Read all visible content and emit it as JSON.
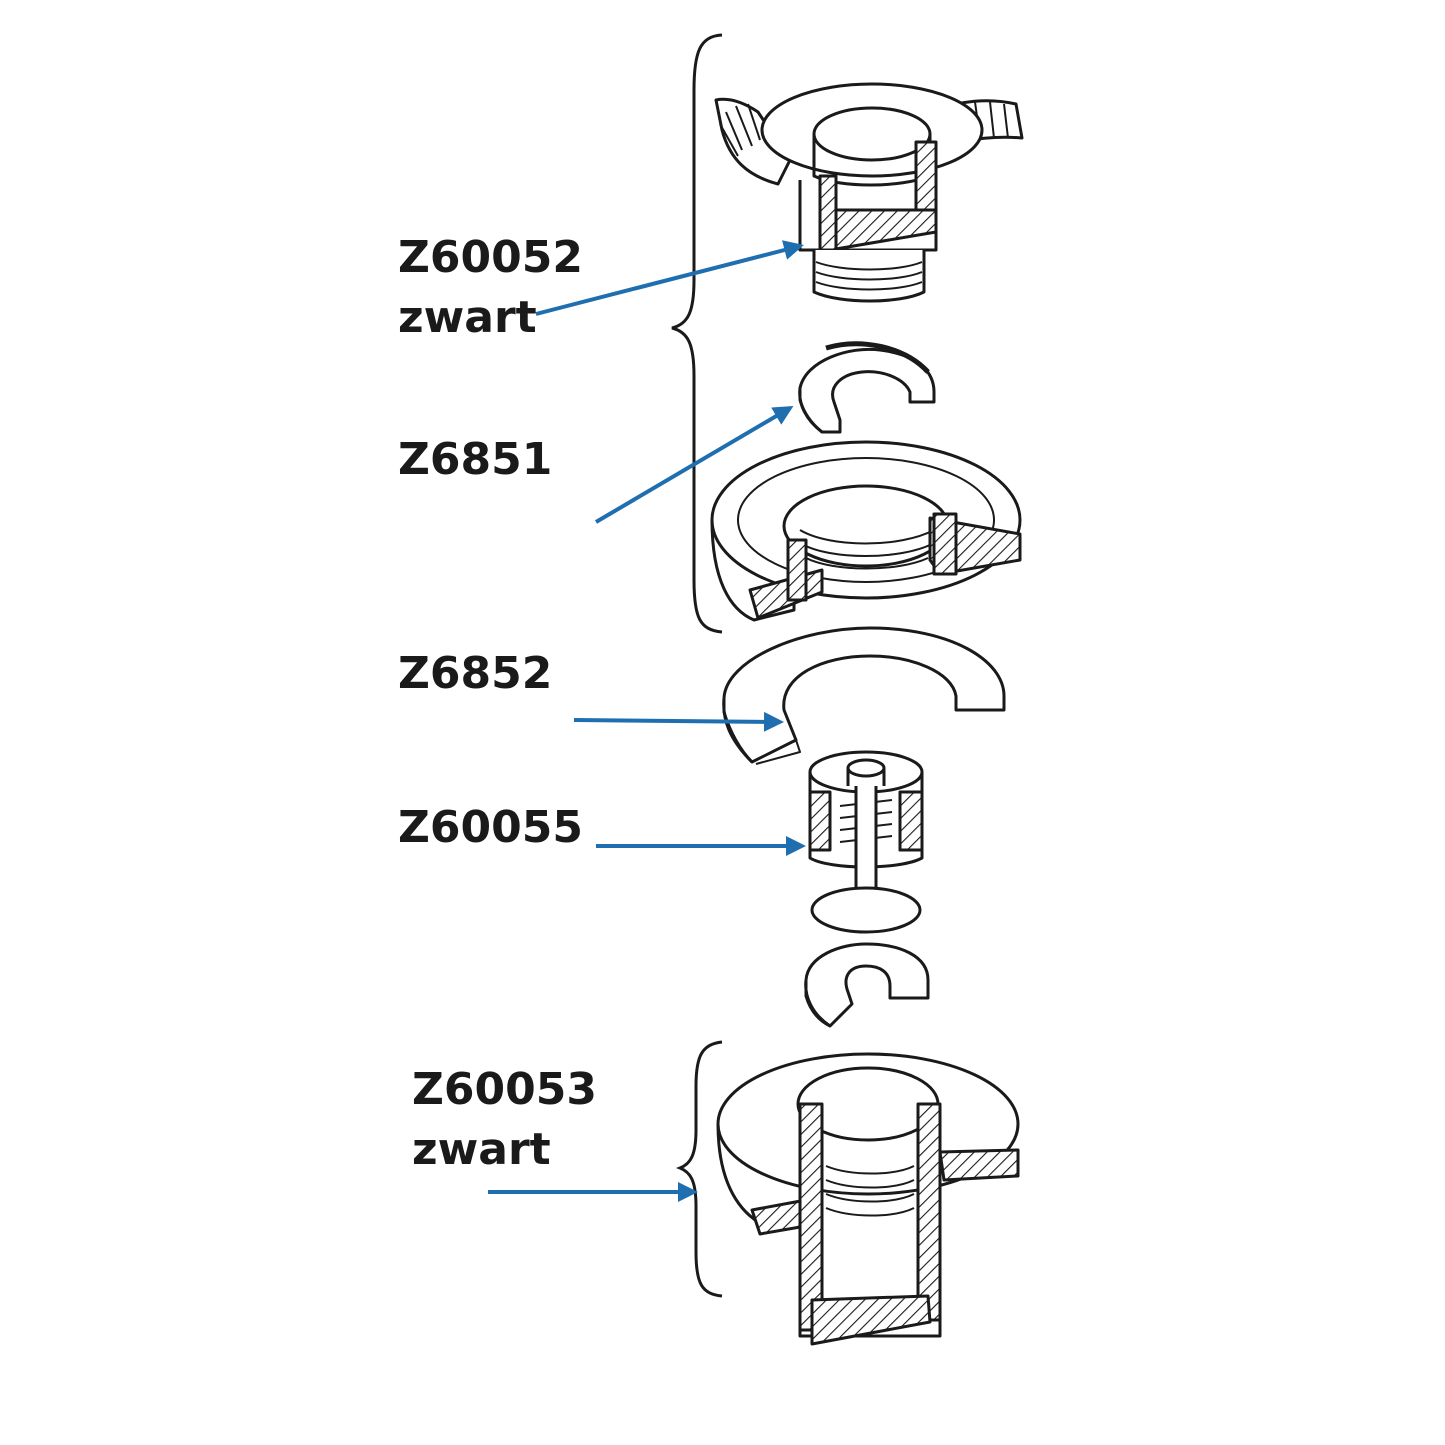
{
  "labels": {
    "z60052": {
      "code": "Z60052",
      "color_word": "zwart"
    },
    "z6851": {
      "code": "Z6851"
    },
    "z6852": {
      "code": "Z6852"
    },
    "z60055": {
      "code": "Z60055"
    },
    "z60053": {
      "code": "Z60053",
      "color_word": "zwart"
    }
  },
  "colors": {
    "arrow": "#1f6fb0",
    "line_art": "#1a1a1a",
    "text": "#1a1a1a"
  }
}
